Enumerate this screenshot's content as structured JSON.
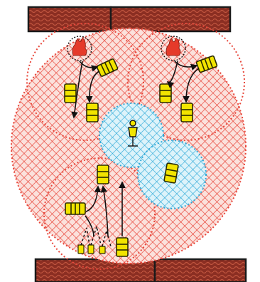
{
  "diagram": {
    "colors": {
      "wall_fill": "#8B2E22",
      "wall_pattern": "#C0553F",
      "wall_edge": "#1A1A1A",
      "zone_red": "#E8463A",
      "zone_red_fill": "#F4B3A8",
      "zone_blue": "#2FA9D8",
      "zone_blue_fill": "#BFE8F5",
      "robot_fill": "#F2E400",
      "robot_edge": "#2A2A00",
      "fire": "#E53A2A",
      "arrow": "#111111"
    },
    "elements": {
      "walls": [
        "top-wall-left",
        "top-wall-right",
        "bottom-wall-left",
        "bottom-wall-right"
      ],
      "zones": [
        "large-red-zone",
        "upper-left-red-zone",
        "upper-right-red-zone",
        "lower-red-zone",
        "center-blue-zone",
        "right-blue-zone"
      ],
      "robots": [
        "robot-a",
        "robot-b",
        "robot-c",
        "robot-d",
        "robot-e",
        "robot-f",
        "robot-g",
        "robot-h",
        "robot-i",
        "robot-j"
      ],
      "hazards": [
        "fire-icon-left",
        "fire-icon-right"
      ],
      "figure": "person-icon"
    }
  }
}
